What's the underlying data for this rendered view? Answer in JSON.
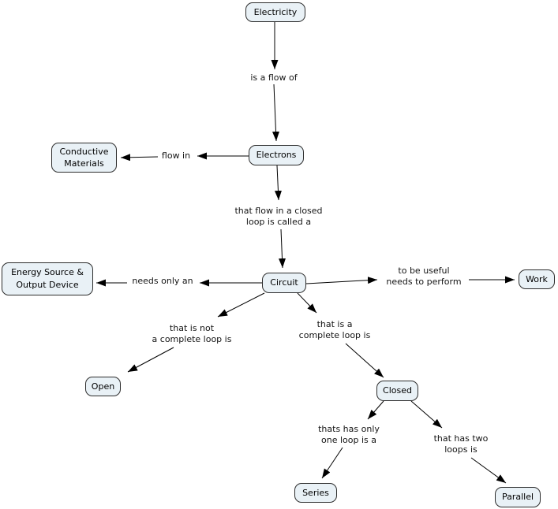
{
  "diagram": {
    "type": "concept-map",
    "topic": "Electricity"
  },
  "colors": {
    "node_fill": "#e9f1f6",
    "node_border": "#2d2d2d",
    "edge": "#000000",
    "text": "#000000",
    "background": "#ffffff"
  },
  "nodes": {
    "electricity": {
      "label": "Electricity"
    },
    "conductive_materials": {
      "line1": "Conductive",
      "line2": "Materials"
    },
    "electrons": {
      "label": "Electrons"
    },
    "energy_source": {
      "line1": "Energy Source &",
      "line2": "Output Device"
    },
    "circuit": {
      "label": "Circuit"
    },
    "work": {
      "label": "Work"
    },
    "open": {
      "label": "Open"
    },
    "closed": {
      "label": "Closed"
    },
    "series": {
      "label": "Series"
    },
    "parallel": {
      "label": "Parallel"
    }
  },
  "link_labels": {
    "is_a_flow_of": {
      "line1": "is a flow of"
    },
    "flow_in": {
      "line1": "flow in"
    },
    "closed_loop": {
      "line1": "that flow in a closed",
      "line2": "loop is called a"
    },
    "needs_only_an": {
      "line1": "needs only an"
    },
    "to_be_useful": {
      "line1": "to be useful",
      "line2": "needs to perform"
    },
    "that_is_not": {
      "line1": "that is not",
      "line2": "a complete loop is"
    },
    "that_is_a": {
      "line1": "that is a",
      "line2": "complete loop is"
    },
    "thats_has_only": {
      "line1": "thats has only",
      "line2": "one loop is a"
    },
    "that_has_two": {
      "line1": "that has two",
      "line2": "loops is"
    }
  },
  "propositions": [
    {
      "from": "Electricity",
      "link": "is a flow of",
      "to": "Electrons"
    },
    {
      "from": "Electrons",
      "link": "flow in",
      "to": "Conductive Materials"
    },
    {
      "from": "Electrons",
      "link": "that flow in a closed loop is called a",
      "to": "Circuit"
    },
    {
      "from": "Circuit",
      "link": "needs only an",
      "to": "Energy Source & Output Device"
    },
    {
      "from": "Circuit",
      "link": "to be useful needs to perform",
      "to": "Work"
    },
    {
      "from": "Circuit",
      "link": "that is not a complete loop is",
      "to": "Open"
    },
    {
      "from": "Circuit",
      "link": "that is a complete loop is",
      "to": "Closed"
    },
    {
      "from": "Closed",
      "link": "thats has only one loop is a",
      "to": "Series"
    },
    {
      "from": "Closed",
      "link": "that has two loops is",
      "to": "Parallel"
    }
  ]
}
